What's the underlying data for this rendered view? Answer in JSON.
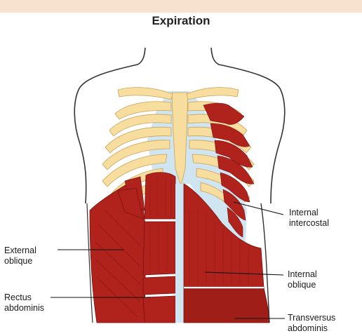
{
  "title": "Expiration",
  "labels": {
    "internal_intercostal": [
      "Internal",
      "intercostal"
    ],
    "external_oblique": [
      "External",
      "oblique"
    ],
    "internal_oblique": [
      "Internal",
      "oblique"
    ],
    "rectus_abdominis": [
      "Rectus",
      "abdominis"
    ],
    "transversus_abdominis": [
      "Transversus",
      "abdominis"
    ]
  },
  "colors": {
    "muscle": "#b0231c",
    "muscle_dark": "#7c0f0c",
    "bone": "#f7dd9e",
    "cartilage": "#cfe6f2",
    "header": "#f7e2d0"
  }
}
